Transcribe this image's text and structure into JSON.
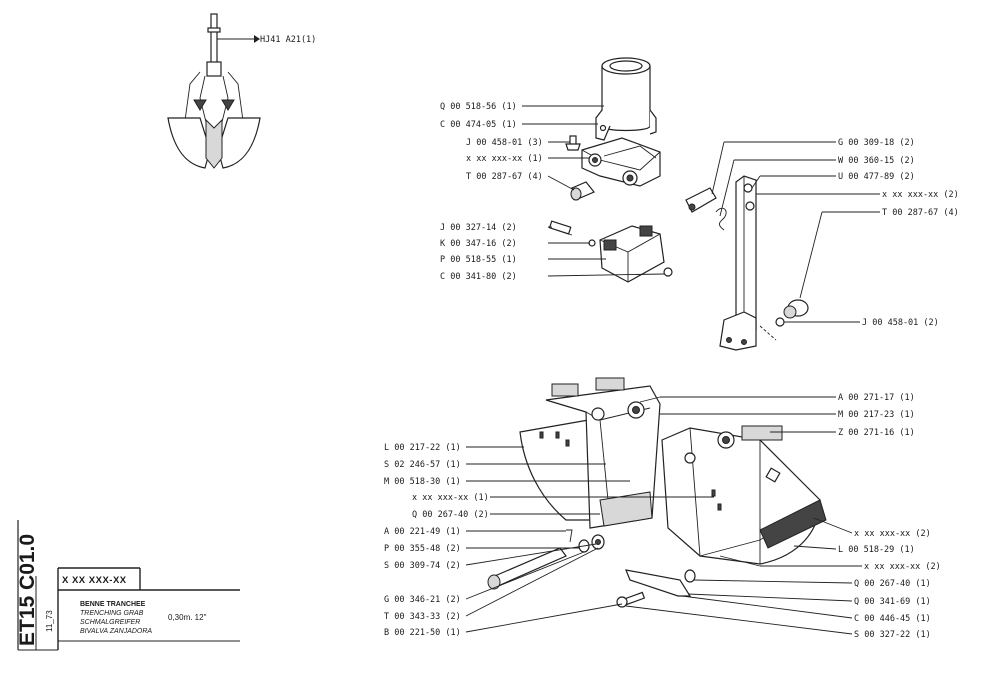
{
  "sheet": {
    "code": "ET15 C01.0",
    "date": "11_73",
    "part_number": "X XX XXX-XX",
    "titles": [
      "BENNE TRANCHEE",
      "TRENCHING GRAB",
      "SCHMALGREIFER",
      "BIVALVA ZANJADORA"
    ],
    "size": "0,30m.  12\"",
    "ref": "HJ41  A21(1)"
  },
  "labels_left": [
    "Q 00 518-56  (1)",
    "C 00 474-05  (1)",
    "J 00 458-01  (3)",
    "x xx xxx-xx  (1)",
    "T 00 287-67  (4)",
    "J 00 327-14  (2)",
    "K 00 347-16  (2)",
    "P 00 518-55  (1)",
    "C 00 341-80  (2)",
    "L 00 217-22  (1)",
    "S 02 246-57  (1)",
    "M 00 518-30  (1)",
    "x xx xxx-xx  (1)",
    "Q 00 267-40  (2)",
    "A 00 221-49  (1)",
    "P 00 355-48  (2)",
    "S 00 309-74  (2)",
    "G 00 346-21  (2)",
    "T 00 343-33  (2)",
    "B 00 221-50  (1)"
  ],
  "labels_right": [
    "G 00 309-18  (2)",
    "W 00 360-15  (2)",
    "U 00 477-89  (2)",
    "x xx xxx-xx  (2)",
    "T 00 287-67  (4)",
    "J 00 458-01  (2)",
    "A 00 271-17  (1)",
    "M 00 217-23  (1)",
    "Z 00 271-16  (1)",
    "x xx xxx-xx  (2)",
    "L 00 518-29  (1)",
    "x xx xxx-xx  (2)",
    "Q 00 267-40  (1)",
    "Q 00 341-69  (1)",
    "C 00 446-45  (1)",
    "S 00 327-22  (1)"
  ]
}
